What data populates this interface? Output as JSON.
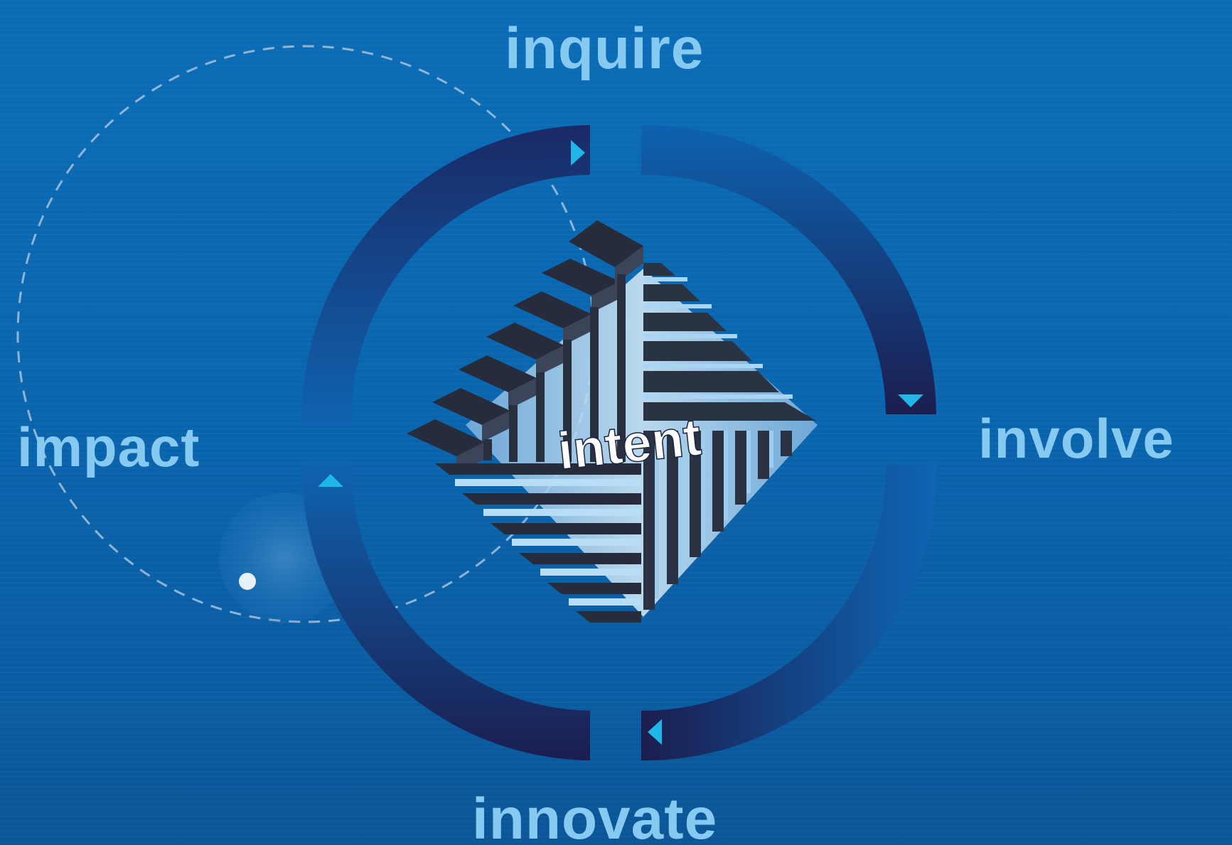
{
  "diagram": {
    "stages": {
      "top": "inquire",
      "right": "involve",
      "bottom": "innovate",
      "left": "impact"
    },
    "center": "intent"
  },
  "colors": {
    "background": "#0b67b0",
    "label": "#86caf2",
    "ring_dark": "#1a1c4f",
    "arrow": "#1fb6e8",
    "center_text": "#ffffff"
  },
  "icons": [
    "arrow-right-icon",
    "arrow-down-icon",
    "arrow-left-icon",
    "arrow-up-icon"
  ]
}
